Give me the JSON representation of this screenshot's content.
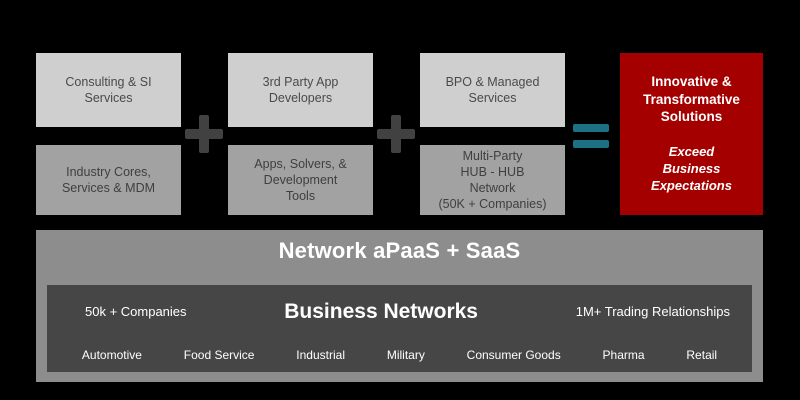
{
  "theme": {
    "background": "#000000",
    "light_box": "#cfcfcf",
    "mid_box": "#a2a2a2",
    "accent_red": "#a50000",
    "accent_teal": "#1d7184",
    "operator_gray": "#414141",
    "platform_gray": "#8d8d8d",
    "panel_dark": "#464646",
    "text_dark": "#4a4a4a",
    "text_light": "#ffffff"
  },
  "equation": {
    "columns": [
      {
        "top_label": "Consulting & SI\nServices",
        "bottom_label": "Industry Cores,\nServices & MDM"
      },
      {
        "top_label": "3rd Party App\nDevelopers",
        "bottom_label": "Apps, Solvers, &\nDevelopment\nTools"
      },
      {
        "top_label": "BPO & Managed\nServices",
        "bottom_label": "Multi-Party\nHUB - HUB\nNetwork\n(50K + Companies)"
      }
    ],
    "operators": [
      {
        "glyph": "plus-icon",
        "label": "+"
      },
      {
        "glyph": "plus-icon",
        "label": "+"
      },
      {
        "glyph": "equals-icon",
        "label": "="
      }
    ],
    "result": {
      "title": "Innovative &\nTransformative\nSolutions",
      "subtitle": "Exceed\nBusiness\nExpectations"
    }
  },
  "platform": {
    "title": "Network aPaaS + SaaS",
    "network": {
      "left_stat": "50k + Companies",
      "center_title": "Business Networks",
      "right_stat": "1M+ Trading Relationships"
    },
    "industries": [
      "Automotive",
      "Food Service",
      "Industrial",
      "Military",
      "Consumer Goods",
      "Pharma",
      "Retail"
    ]
  }
}
